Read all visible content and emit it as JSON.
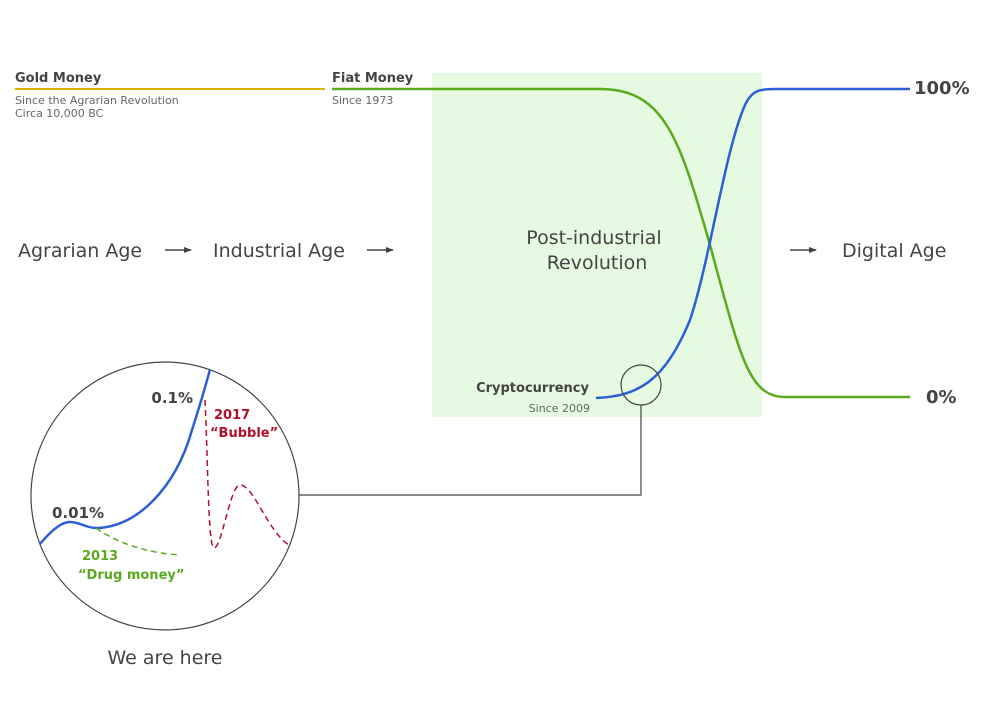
{
  "money_types": {
    "gold": {
      "label": "Gold Money",
      "line1": "Since the Agrarian Revolution",
      "line2": "Circa 10,000 BC"
    },
    "fiat": {
      "label": "Fiat Money",
      "since": "Since 1973"
    },
    "crypto": {
      "label": "Cryptocurrency",
      "since": "Since 2009"
    }
  },
  "ages": {
    "agrarian": "Agrarian Age",
    "industrial": "Industrial Age",
    "post_industrial_line1": "Post-industrial",
    "post_industrial_line2": "Revolution",
    "digital": "Digital Age"
  },
  "levels": {
    "top": "100%",
    "bottom": "0%"
  },
  "inset": {
    "level_low": "0.01%",
    "level_high": "0.1%",
    "event_2013_year": "2013",
    "event_2013_label": "“Drug money”",
    "event_2017_year": "2017",
    "event_2017_label": "“Bubble”",
    "caption": "We are here"
  },
  "colors": {
    "gold": "#d8b400",
    "fiat": "#5aaa1e",
    "crypto": "#2b5fd4",
    "bubble": "#b0102a",
    "drug_money": "#5aaa1e",
    "highlight": "#e6f9e1",
    "text": "#444444",
    "muted": "#666666"
  }
}
